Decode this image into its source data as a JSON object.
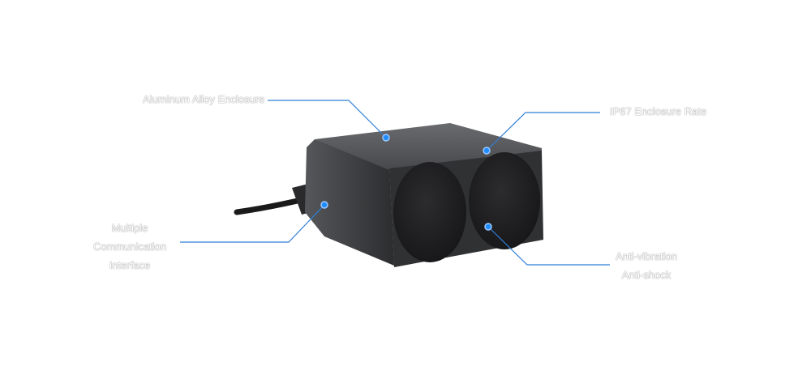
{
  "callouts": {
    "enclosure": "Aluminum Alloy Enclosure",
    "ip_rating": "IP67 Enclosure Rate",
    "interface": [
      "Multiple",
      "Communication",
      "Interface"
    ],
    "vibration": [
      "Anti-vibration",
      "Anti-shock"
    ]
  },
  "colors": {
    "callout_line": "#2f7fd8",
    "body": "#3a3b3d",
    "lens": "#1e1e20"
  }
}
